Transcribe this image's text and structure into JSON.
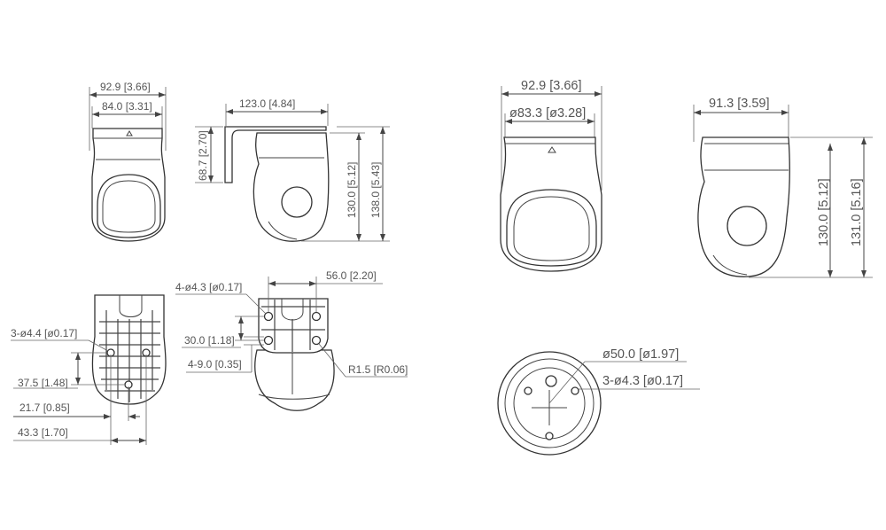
{
  "title": "Camera dimension drawing (mm [inch])",
  "front_view_small": {
    "overall_width": "92.9 [3.66]",
    "cap_width": "84.0 [3.31]"
  },
  "side_view_bracket": {
    "bracket_length": "123.0 [4.84]",
    "bracket_height": "68.7 [2.70]",
    "camera_height": "130.0 [5.12]",
    "total_height": "138.0 [5.43]"
  },
  "bottom_view_left": {
    "holes": "3-ø4.4 [ø0.17]",
    "hole_vertical_spacing": "37.5 [1.48]",
    "hole_offset": "21.7 [0.85]",
    "hole_horizontal_spacing": "43.3 [1.70]"
  },
  "bracket_back_view": {
    "holes": "4-ø4.3 [ø0.17]",
    "hole_horizontal_spacing": "56.0 [2.20]",
    "hole_vertical_spacing": "30.0 [1.18]",
    "slots": "4-9.0 [0.35]",
    "radius": "R1.5 [R0.06]"
  },
  "front_view_large": {
    "overall_width": "92.9 [3.66]",
    "cap_diameter": "ø83.3 [ø3.28]"
  },
  "side_view_large": {
    "depth": "91.3 [3.59]",
    "camera_height": "130.0 [5.12]",
    "total_height": "131.0 [5.16]"
  },
  "bottom_view_right": {
    "bolt_circle": "ø50.0 [ø1.97]",
    "holes": "3-ø4.3 [ø0.17]"
  }
}
